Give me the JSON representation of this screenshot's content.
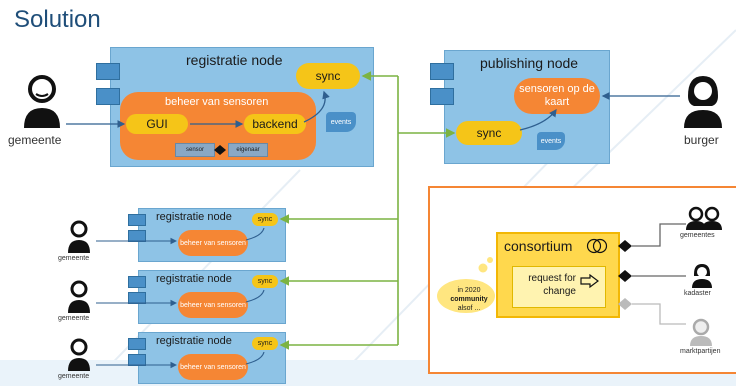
{
  "title": "Solution",
  "main_node": {
    "title": "registratie node",
    "sync": "sync",
    "events": "events",
    "inner_title": "beheer van sensoren",
    "gui": "GUI",
    "backend": "backend",
    "sensor": "sensor",
    "eigenaar": "eigenaar"
  },
  "publishing_node": {
    "title": "publishing node",
    "sync": "sync",
    "events": "events",
    "sensoren": "sensoren op de kaart"
  },
  "actors": {
    "gemeente": "gemeente",
    "burger": "burger"
  },
  "small_nodes": [
    {
      "title": "registratie node",
      "sync": "sync",
      "beheer": "beheer van sensoren",
      "actor": "gemeente"
    },
    {
      "title": "registratie node",
      "sync": "sync",
      "beheer": "beheer van sensoren",
      "actor": "gemeente"
    },
    {
      "title": "registratie node",
      "sync": "sync",
      "beheer": "beheer van sensoren",
      "actor": "gemeente"
    }
  ],
  "consortium": {
    "title": "consortium",
    "request": "request for change",
    "bubble_line1": "in 2020",
    "bubble_line2": "community",
    "bubble_line3": "alsof ...",
    "members": [
      "gemeentes",
      "kadaster",
      "marktpartijen"
    ]
  },
  "colors": {
    "node_blue": "#8ec3e6",
    "orange": "#f58634",
    "yellow": "#f5c518",
    "green_line": "#7cb342",
    "dark_blue_line": "#2f5f8f",
    "consortium_border": "#f58634"
  }
}
